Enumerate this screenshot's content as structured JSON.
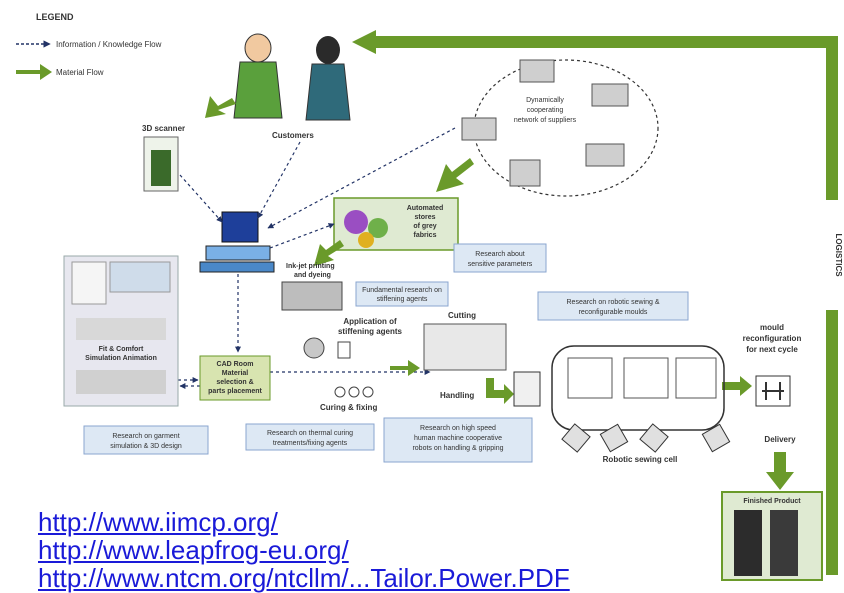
{
  "legend": {
    "title": "LEGEND",
    "info_flow": "Information / Knowledge Flow",
    "material_flow": "Material Flow"
  },
  "nodes": {
    "scanner": "3D scanner",
    "customers": "Customers",
    "suppliers": [
      "Dynamically",
      "cooperating",
      "network of suppliers"
    ],
    "stores": [
      "Automated",
      "stores",
      "of grey",
      "fabrics"
    ],
    "research_sensitive": [
      "Research about",
      "sensitive parameters"
    ],
    "inkjet": [
      "Ink-jet printing",
      "and dyeing"
    ],
    "research_stiffening": [
      "Fundamental research on",
      "stiffening agents"
    ],
    "application": [
      "Application of",
      "stiffening agents"
    ],
    "cutting": "Cutting",
    "research_robotic": [
      "Research on robotic sewing &",
      "reconfigurable moulds"
    ],
    "mould": [
      "mould",
      "reconfiguration",
      "for next cycle"
    ],
    "cad": [
      "CAD Room",
      "Material",
      "selection &",
      "parts placement"
    ],
    "fit_comfort": [
      "Fit & Comfort",
      "Simulation Animation"
    ],
    "curing": "Curing & fixing",
    "handling": "Handling",
    "research_garment": [
      "Research on garment",
      "simulation & 3D design"
    ],
    "research_thermal": [
      "Research on thermal curing",
      "treatments/fixing agents"
    ],
    "research_highspeed": [
      "Research on high speed",
      "human machine cooperative",
      "robots on handling & gripping"
    ],
    "robotic_cell": "Robotic sewing cell",
    "delivery": "Delivery",
    "finished": "Finished Product",
    "logistics": "LOGISTICS"
  },
  "links": [
    "http://www.iimcp.org/",
    "http://www.leapfrog-eu.org/",
    "http://www.ntcm.org/ntcllm/...Tailor.Power.PDF"
  ],
  "colors": {
    "material": "#6a9a2a",
    "info": "#223366",
    "research_box": "#dde8f4",
    "research_border": "#8aa6cf",
    "cad_box": "#d8e4b0",
    "link": "#1a1ad8"
  }
}
